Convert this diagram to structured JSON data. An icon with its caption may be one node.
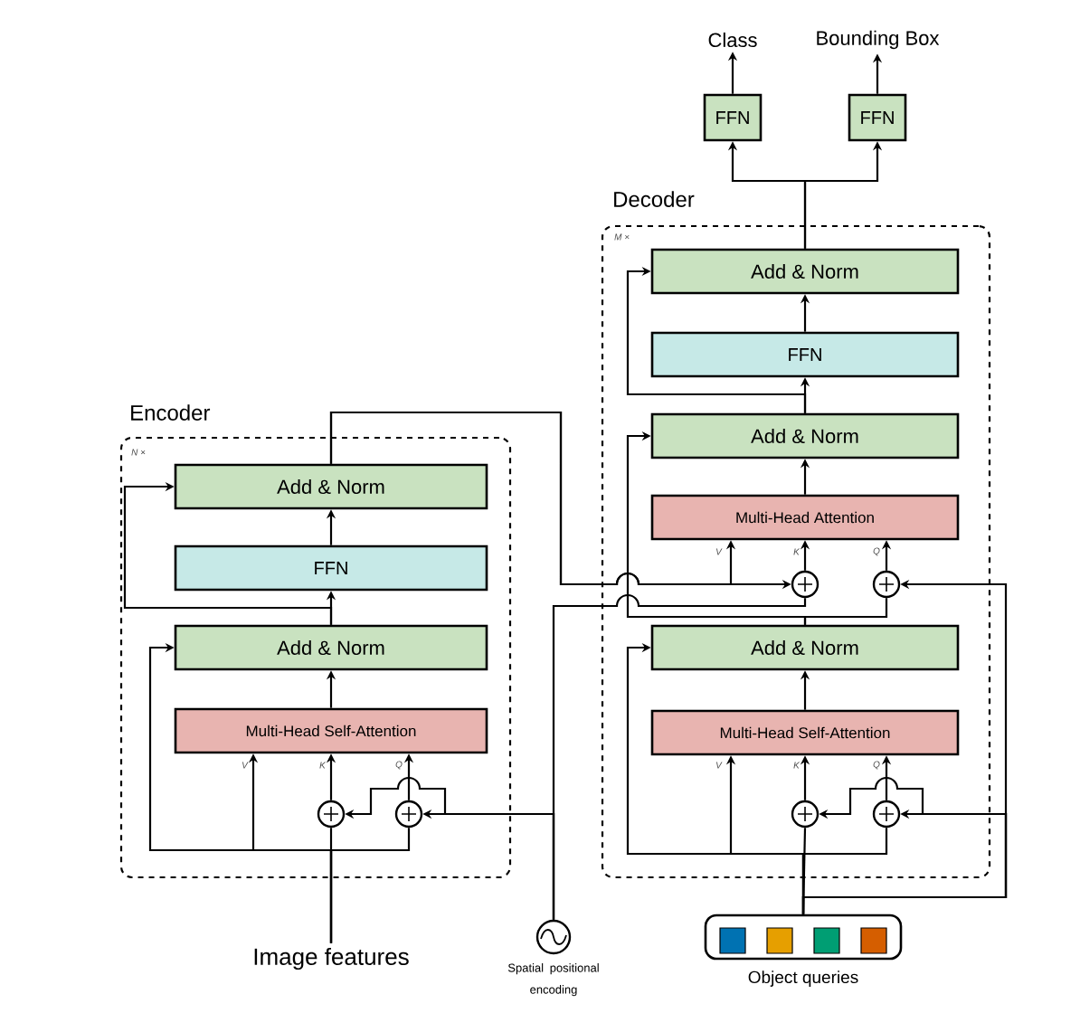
{
  "diagram": {
    "nodes": [
      {
        "text": [
          "Encoder"
        ]
      },
      {
        "text": [
          "Add & Norm"
        ],
        "in": 0
      },
      {
        "text": [
          "FFN"
        ],
        "in": 0
      },
      {
        "text": [
          "Add & Norm"
        ],
        "in": 0
      },
      {
        "text": [
          "Multi-Head Self-Attention"
        ],
        "in": 0
      },
      {
        "text": [],
        "shape": "circle",
        "in": 0
      },
      {
        "text": [],
        "shape": "circle",
        "in": 0
      },
      {
        "text": [
          "Image features"
        ]
      },
      {
        "text": [
          "Spatial positional encoding"
        ]
      },
      {
        "text": [
          "Decoder"
        ]
      },
      {
        "text": [
          "Add & Norm"
        ],
        "in": 9
      },
      {
        "text": [
          "FFN"
        ],
        "in": 9
      },
      {
        "text": [
          "Add & Norm"
        ],
        "in": 9
      },
      {
        "text": [
          "Multi-Head Attention"
        ],
        "in": 9
      },
      {
        "text": [],
        "shape": "circle",
        "in": 9
      },
      {
        "text": [],
        "shape": "circle",
        "in": 9
      },
      {
        "text": [
          "Add & Norm"
        ],
        "in": 9
      },
      {
        "text": [
          "Multi-Head Self-Attention"
        ],
        "in": 9
      },
      {
        "text": [],
        "shape": "circle",
        "in": 9
      },
      {
        "text": [],
        "shape": "circle",
        "in": 9
      },
      {
        "text": [
          "Object queries"
        ]
      },
      {
        "text": [
          "FFN"
        ]
      },
      {
        "text": [
          "FFN"
        ]
      },
      {
        "text": [
          "Class"
        ]
      },
      {
        "text": [
          "Bounding Box"
        ]
      }
    ],
    "edges": [
      {
        "from": 7,
        "to": 5,
        "arrow": "none"
      },
      {
        "from": 5,
        "to": 4,
        "arrow": "to"
      },
      {
        "from": 7,
        "to": 4,
        "arrow": "to"
      },
      {
        "from": 7,
        "to": 6,
        "arrow": "none"
      },
      {
        "from": 6,
        "to": 4,
        "arrow": "to"
      },
      {
        "from": 8,
        "to": 6,
        "arrow": "to"
      },
      {
        "from": 8,
        "to": 5,
        "arrow": "to"
      },
      {
        "from": 7,
        "to": 3,
        "arrow": "to"
      },
      {
        "from": 4,
        "to": 3,
        "arrow": "to"
      },
      {
        "from": 3,
        "to": 2,
        "arrow": "to"
      },
      {
        "from": 2,
        "to": 1,
        "arrow": "to"
      },
      {
        "from": 3,
        "to": 1,
        "arrow": "to"
      },
      {
        "from": 1,
        "to": 14,
        "arrow": "to"
      },
      {
        "from": 1,
        "to": 13,
        "arrow": "to"
      },
      {
        "from": 8,
        "to": 14,
        "arrow": "none"
      },
      {
        "from": 14,
        "to": 13,
        "arrow": "to"
      },
      {
        "from": 15,
        "to": 13,
        "arrow": "to"
      },
      {
        "from": 13,
        "to": 12,
        "arrow": "to"
      },
      {
        "from": 12,
        "to": 11,
        "arrow": "to"
      },
      {
        "from": 11,
        "to": 10,
        "arrow": "to"
      },
      {
        "from": 12,
        "to": 10,
        "arrow": "to"
      },
      {
        "from": 10,
        "to": 21,
        "arrow": "to"
      },
      {
        "from": 10,
        "to": 22,
        "arrow": "to"
      },
      {
        "from": 21,
        "to": 23,
        "arrow": "to"
      },
      {
        "from": 22,
        "to": 24,
        "arrow": "to"
      },
      {
        "from": 16,
        "to": 12,
        "arrow": "to"
      },
      {
        "from": 16,
        "to": 15,
        "arrow": "none"
      },
      {
        "from": 20,
        "to": 18,
        "arrow": "none"
      },
      {
        "from": 18,
        "to": 17,
        "arrow": "to"
      },
      {
        "from": 20,
        "to": 17,
        "arrow": "to"
      },
      {
        "from": 20,
        "to": 16,
        "arrow": "to"
      },
      {
        "from": 20,
        "to": 19,
        "arrow": "none"
      },
      {
        "from": 19,
        "to": 17,
        "arrow": "to"
      },
      {
        "from": 20,
        "to": 19,
        "arrow": "to"
      },
      {
        "from": 20,
        "to": 18,
        "arrow": "to"
      },
      {
        "from": 20,
        "to": 15,
        "arrow": "to"
      },
      {
        "from": 17,
        "to": 16,
        "arrow": "to"
      }
    ],
    "labels": [
      "N ×",
      "V",
      "K",
      "Q",
      "M ×",
      "V",
      "K",
      "Q",
      "V",
      "K",
      "Q"
    ]
  }
}
